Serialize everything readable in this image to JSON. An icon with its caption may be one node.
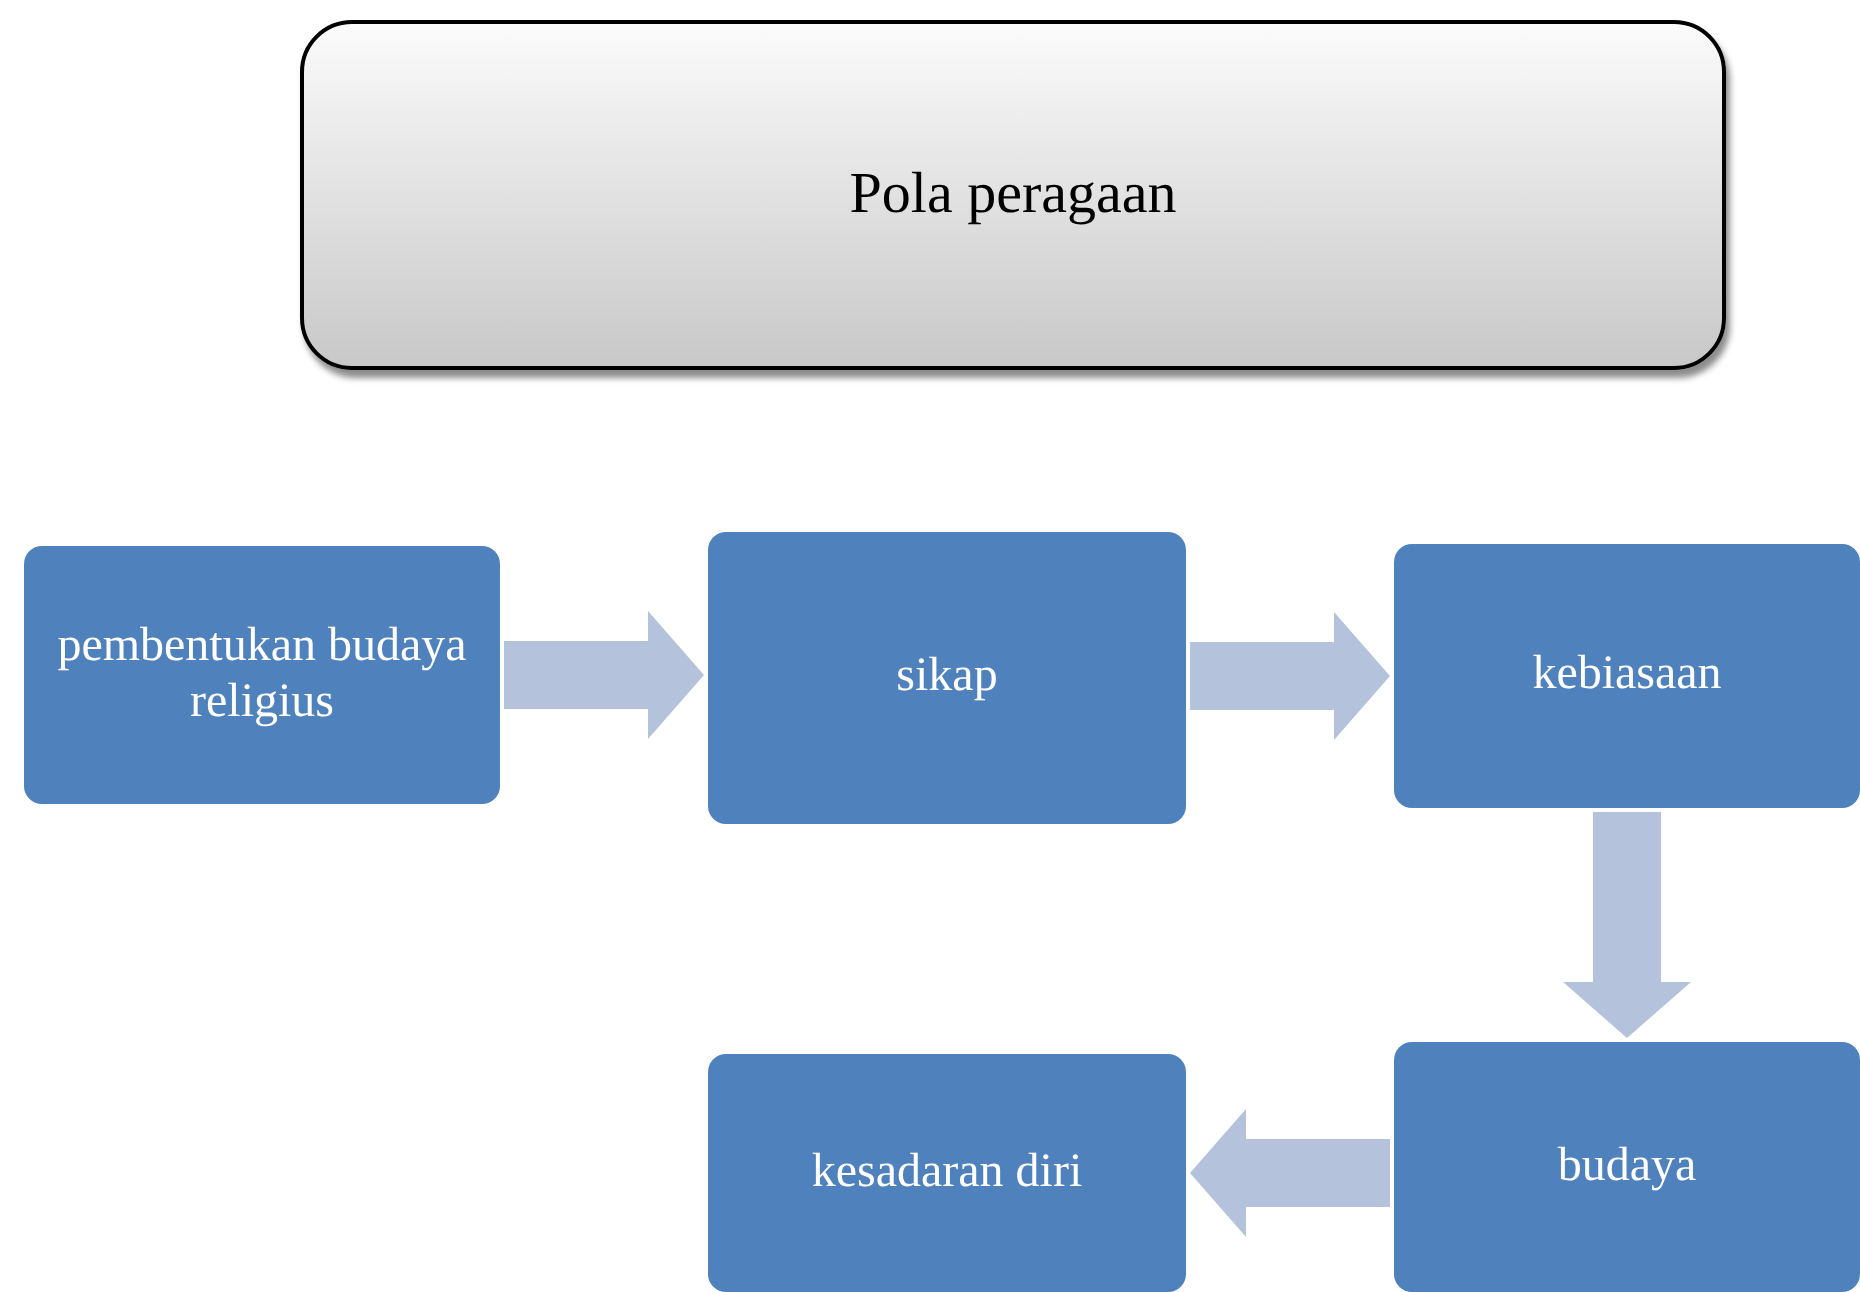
{
  "diagram": {
    "nodes": [
      {
        "text": [
          "Pola peragaan"
        ]
      },
      {
        "text": [
          "pembentukan budaya religius"
        ]
      },
      {
        "text": [
          "sikap"
        ]
      },
      {
        "text": [
          "kebiasaan"
        ]
      },
      {
        "text": [
          "budaya"
        ]
      },
      {
        "text": [
          "kesadaran diri"
        ]
      }
    ],
    "edges": [
      {
        "from": 1,
        "to": 2,
        "arrow": "to"
      },
      {
        "from": 2,
        "to": 3,
        "arrow": "to"
      },
      {
        "from": 3,
        "to": 4,
        "arrow": "to"
      },
      {
        "from": 4,
        "to": 5,
        "arrow": "to"
      }
    ]
  }
}
